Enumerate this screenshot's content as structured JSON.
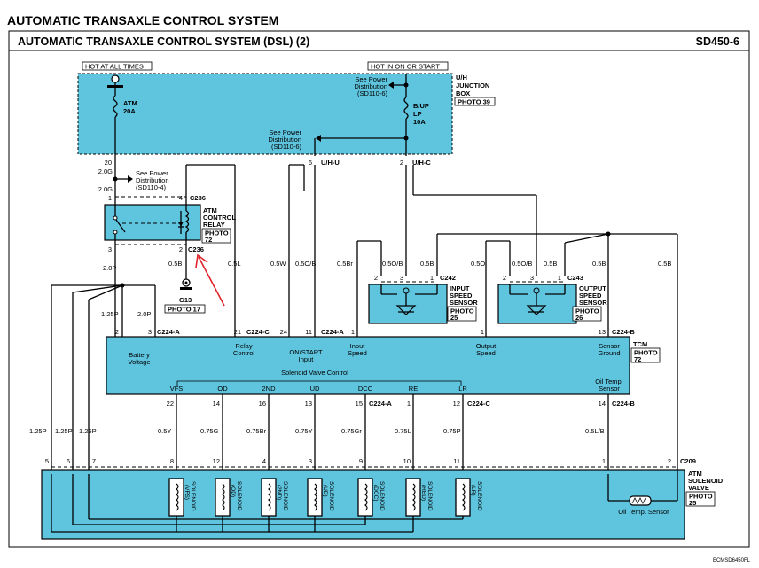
{
  "header": {
    "title": "AUTOMATIC TRANSAXLE CONTROL SYSTEM",
    "subtitle": "AUTOMATIC TRANSAXLE CONTROL SYSTEM (DSL) (2)",
    "code": "SD450-6",
    "footer_code": "ECMSD6450FL"
  },
  "junction": {
    "hot_always": "HOT AT ALL TIMES",
    "hot_on": "HOT IN ON OR START",
    "name_line1": "U/H",
    "name_line2": "JUNCTION",
    "name_line3": "BOX",
    "photo": "PHOTO 39",
    "fuse1_name": "ATM",
    "fuse1_amp": "20A",
    "fuse2_name": "B/UP",
    "fuse2_lp": "LP",
    "fuse2_amp": "10A",
    "power1_l1": "See Power",
    "power1_l2": "Distribution",
    "power1_l3": "(SD110-6)",
    "power2_l1": "See Power",
    "power2_l2": "Distribution",
    "power2_l3": "(SD110-6)",
    "pin20": "20",
    "pin6": "6",
    "pin2": "2",
    "conn_uhu": "U/H-U",
    "conn_uhc": "U/H-C"
  },
  "relay": {
    "w1": "2.0G",
    "w2": "2.0G",
    "power_l1": "See Power",
    "power_l2": "Distribution",
    "power_l3": "(SD110-4)",
    "pin1": "1",
    "pin4": "4",
    "conn_top": "C236",
    "name_l1": "ATM",
    "name_l2": "CONTROL",
    "name_l3": "RELAY",
    "photo_l1": "PHOTO",
    "photo_l2": "72",
    "pin3": "3",
    "pin2": "2",
    "conn_bot": "C236"
  },
  "ground": {
    "name": "G13",
    "photo": "PHOTO 17"
  },
  "wires": {
    "w_20p": "2.0P",
    "w_05b_a": "0.5B",
    "w_05l": "0.5L",
    "w_05w": "0.5W",
    "w_05ob_a": "0.5O/B",
    "w_05br": "0.5Br",
    "w_05ob_b": "0.5O/B",
    "w_05b_b": "0.5B",
    "w_05o": "0.5O",
    "w_05ob_c": "0.5O/B",
    "w_05b_c": "0.5B",
    "w_05b_d": "0.5B",
    "w_05b_e": "0.5B",
    "w_125p": "1.25P",
    "w_20p_b": "2.0P",
    "w_125p_1": "1.25P",
    "w_125p_2": "1.25P",
    "w_125p_3": "1.25P",
    "w_05y": "0.5Y",
    "w_075g": "0.75G",
    "w_075br": "0.75Br",
    "w_075y": "0.75Y",
    "w_075gr": "0.75Gr",
    "w_075l": "0.75L",
    "w_075p": "0.75P",
    "w_05lb": "0.5L/B"
  },
  "input_sensor": {
    "pin2": "2",
    "pin3": "3",
    "pin1": "1",
    "conn": "C242",
    "l1": "INPUT",
    "l2": "SPEED",
    "l3": "SENSOR",
    "photo_l1": "PHOTO",
    "photo_l2": "25"
  },
  "output_sensor": {
    "pin2": "2",
    "pin3": "3",
    "pin1": "1",
    "conn": "C243",
    "l1": "OUTPUT",
    "l2": "SPEED",
    "l3": "SENSOR",
    "photo_l1": "PHOTO",
    "photo_l2": "26"
  },
  "tcm": {
    "pin2": "2",
    "pin3": "3",
    "conn_a1": "C224-A",
    "pin21": "21",
    "conn_c1": "C224-C",
    "pin24": "24",
    "pin11": "11",
    "conn_a2": "C224-A",
    "pin1a": "1",
    "pin1b": "1",
    "pin13": "13",
    "conn_b1": "C224-B",
    "name": "TCM",
    "photo_l1": "PHOTO",
    "photo_l2": "72",
    "battery_l1": "Battery",
    "battery_l2": "Voltage",
    "relay_l1": "Relay",
    "relay_l2": "Control",
    "onstart_l1": "ON/START",
    "onstart_l2": "Input",
    "input_l1": "Input",
    "input_l2": "Speed",
    "output_l1": "Output",
    "output_l2": "Speed",
    "sgnd_l1": "Sensor",
    "sgnd_l2": "Ground",
    "svc": "Solenoid Valve Control",
    "otemp_l1": "Oil Temp.",
    "otemp_l2": "Sensor",
    "sig_vfs": "VFS",
    "sig_od": "OD",
    "sig_2nd": "2ND",
    "sig_ud": "UD",
    "sig_dcc": "DCC",
    "sig_re": "RE",
    "sig_lr": "LR",
    "pin22": "22",
    "pin14a": "14",
    "pin16": "16",
    "pin13b": "13",
    "pin15": "15",
    "conn_a3": "C224-A",
    "pin1c": "1",
    "pin12": "12",
    "conn_c2": "C224-C",
    "pin14b": "14",
    "conn_b2": "C224-B"
  },
  "valve": {
    "pins": [
      "5",
      "6",
      "7",
      "8",
      "12",
      "4",
      "3",
      "9",
      "10",
      "11",
      "1",
      "2"
    ],
    "conn": "C209",
    "name_l1": "ATM",
    "name_l2": "SOLENOID",
    "name_l3": "VALVE",
    "photo_l1": "PHOTO",
    "photo_l2": "25",
    "sol_word": "SOLENOID",
    "solenoids": [
      "(VFS)",
      "(OD)",
      "(2ND)",
      "(UD)",
      "(DCC)",
      "(RED)",
      "(LR)"
    ],
    "oil_sensor": "Oil Temp. Sensor"
  },
  "colors": {
    "module_fill": "#5fc4de",
    "annotation_arrow": "#e0222a"
  }
}
